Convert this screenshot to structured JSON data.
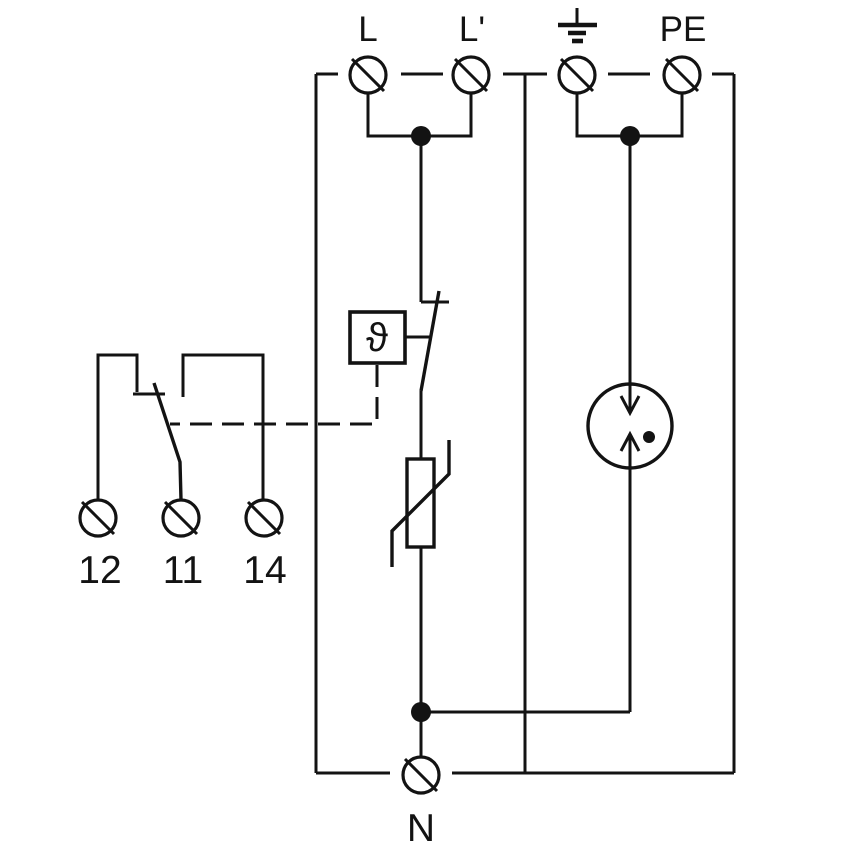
{
  "diagram": {
    "kind": "surge-protective-device-schematic",
    "background": "#ffffff",
    "line_color": "#131313",
    "top_terminals": [
      {
        "name": "terminal-L",
        "label": "L"
      },
      {
        "name": "terminal-L-prime",
        "label": "L'"
      },
      {
        "name": "terminal-earth",
        "label": "",
        "icon": "earth-ground-icon"
      },
      {
        "name": "terminal-PE",
        "label": "PE"
      }
    ],
    "neutral_terminal": {
      "name": "terminal-N",
      "label": "N"
    },
    "signal_terminals": [
      {
        "name": "terminal-12",
        "label": "12"
      },
      {
        "name": "terminal-11",
        "label": "11"
      },
      {
        "name": "terminal-14",
        "label": "14"
      }
    ],
    "thermal_disconnector": {
      "symbol": "ϑ",
      "icon": "thermal-disconnector-icon"
    },
    "icons": [
      "screw-terminal-icon",
      "earth-ground-icon",
      "thermal-disconnector-icon",
      "disconnect-switch-icon",
      "varistor-icon",
      "gas-discharge-tube-icon",
      "changeover-contact-icon",
      "junction-dot"
    ]
  }
}
